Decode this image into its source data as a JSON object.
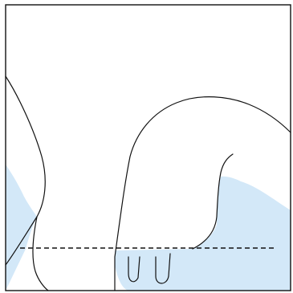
{
  "diagram": {
    "colors": {
      "background": "#ffffff",
      "water": "#d3e8f8",
      "stroke": "#111111",
      "frame": "#111111"
    },
    "elements": [
      "frame",
      "left-shore-water",
      "right-hill-water",
      "left-cliff-outline",
      "overhang-rock-outline",
      "stalactite-left",
      "stalactite-right",
      "dashed-level-line"
    ]
  }
}
